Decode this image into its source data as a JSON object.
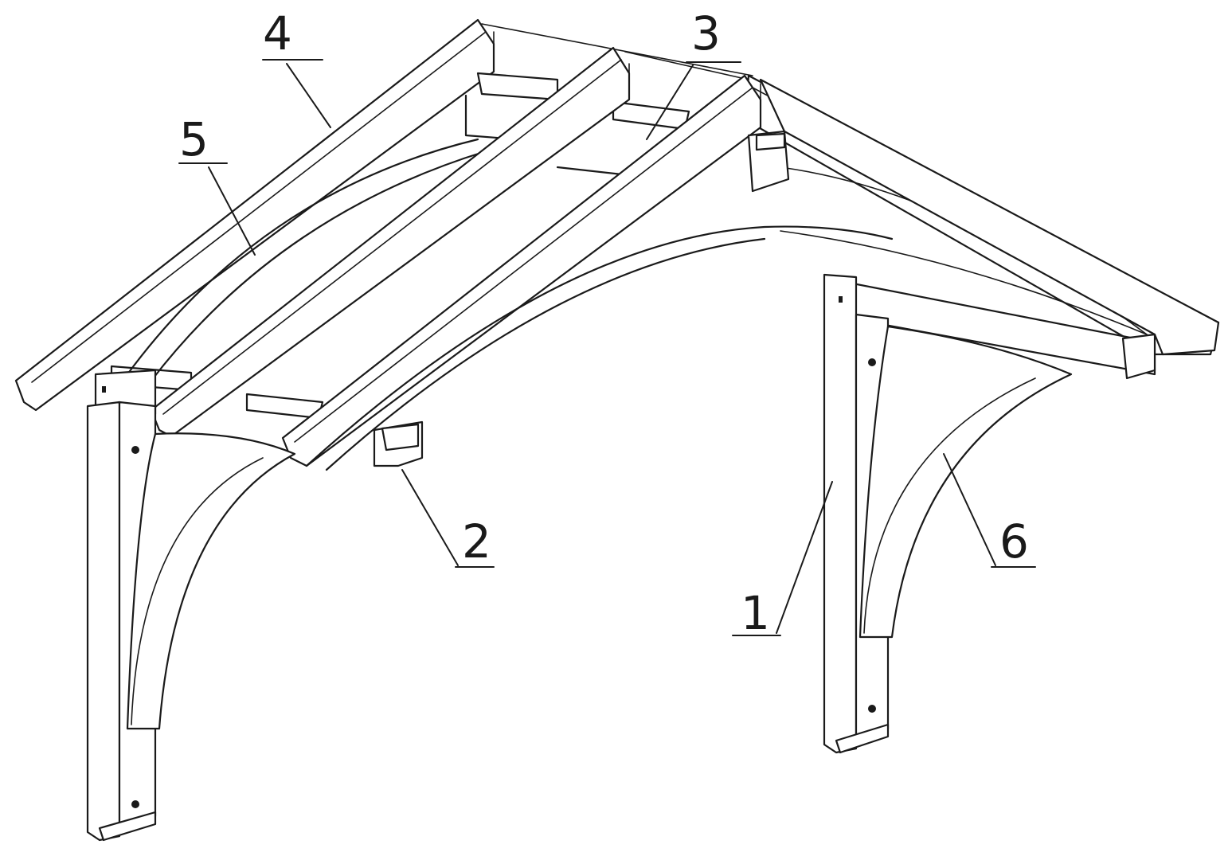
{
  "diagram": {
    "callouts": [
      {
        "id": "callout-1",
        "text": "1"
      },
      {
        "id": "callout-2",
        "text": "2"
      },
      {
        "id": "callout-3",
        "text": "3"
      },
      {
        "id": "callout-4",
        "text": "4"
      },
      {
        "id": "callout-5",
        "text": "5"
      },
      {
        "id": "callout-6",
        "text": "6"
      }
    ]
  }
}
